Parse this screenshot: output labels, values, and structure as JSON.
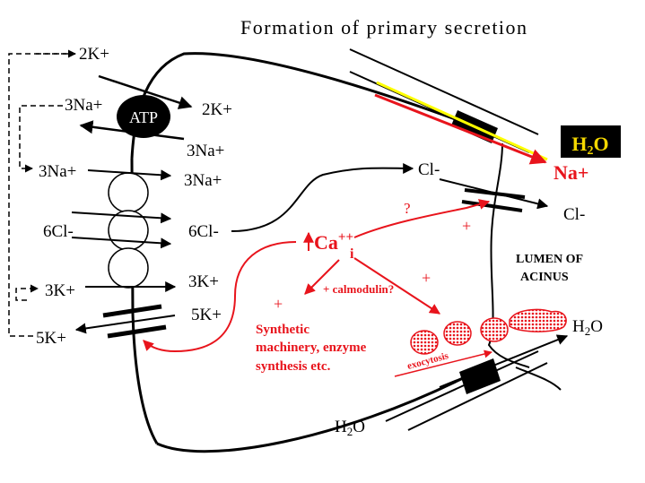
{
  "title": "Formation of primary secretion",
  "left_ions": {
    "k2_top": "2K+",
    "na3_left": "3Na+",
    "atp": "ATP",
    "k2_right": "2K+",
    "na3_right_top": "3Na+",
    "na3_mid_left": "3Na+",
    "na3_mid_right": "3Na+",
    "cl6_left": "6Cl-",
    "cl6_right": "6Cl-",
    "k3_left": "3K+",
    "k3_right": "3K+",
    "k5_right": "5K+",
    "k5_left": "5K+"
  },
  "center": {
    "ca_label": "Ca",
    "ca_sup": "++",
    "ca_sub": "i",
    "question": "?",
    "plus_cl": "+",
    "plus_exo": "+",
    "plus_synth": "+",
    "calmodulin": "+ calmodulin?",
    "synthetic": [
      "Synthetic",
      "machinery, enzyme",
      "synthesis etc."
    ],
    "exocytosis": "exocytosis"
  },
  "right": {
    "cl_in": "Cl-",
    "cl_out": "Cl-",
    "h2o_box": "H2O",
    "na_plus": "Na+",
    "lumen": [
      "LUMEN OF",
      "ACINUS"
    ],
    "h2o_right": "H2O",
    "h2o_bottom": "H2O"
  },
  "colors": {
    "red": "#e8141c",
    "yellow": "#ffff00",
    "black": "#000000",
    "box_text": "#f5d800"
  }
}
